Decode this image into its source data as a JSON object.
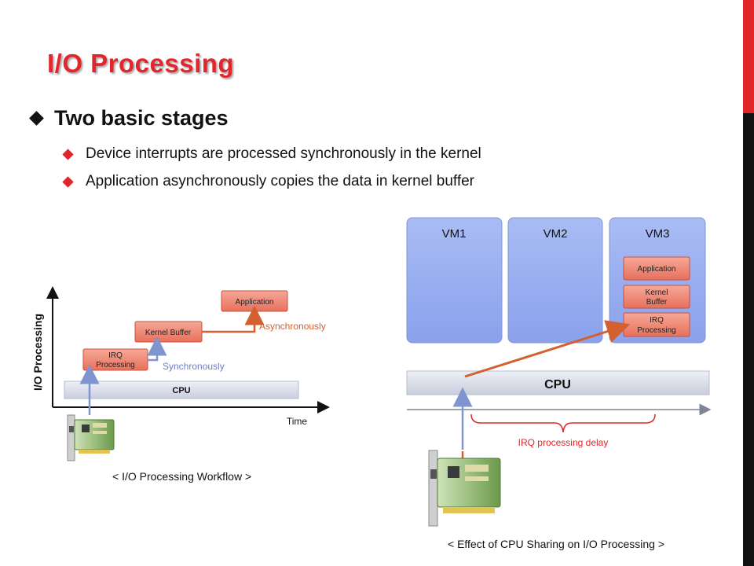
{
  "slide": {
    "title": "I/O Processing",
    "bullet": "Two basic stages",
    "sub_bullets": [
      "Device interrupts are processed synchronously in the kernel",
      "Application asynchronously copies the data in kernel buffer"
    ]
  },
  "left_diagram": {
    "y_axis_label": "I/O Processing",
    "x_axis_label": "Time",
    "cpu_label": "CPU",
    "irq_label_1": "IRQ",
    "irq_label_2": "Processing",
    "kernel_buffer_label": "Kernel Buffer",
    "application_label": "Application",
    "sync_label": "Synchronously",
    "async_label": "Asynchronously",
    "caption": "< I/O Processing Workflow >"
  },
  "right_diagram": {
    "vm_labels": [
      "VM1",
      "VM2",
      "VM3"
    ],
    "application_label": "Application",
    "kernel_buffer_label_1": "Kernel",
    "kernel_buffer_label_2": "Buffer",
    "irq_label_1": "IRQ",
    "irq_label_2": "Processing",
    "cpu_label": "CPU",
    "delay_label": "IRQ processing delay",
    "caption": "< Effect of CPU Sharing on I/O Processing >"
  },
  "colors": {
    "accent_red": "#e0262a",
    "process_box": "#f08a78",
    "vm_blue": "#98adf0",
    "arrow_orange": "#d4602f",
    "arrow_blue": "#7f95cf"
  }
}
